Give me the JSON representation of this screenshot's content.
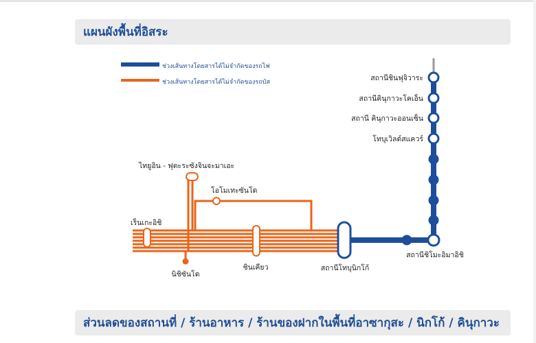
{
  "headers": {
    "map_title": "แผนผังพื้นที่อิสระ",
    "discounts_title": "ส่วนลดของสถานที่ / ร้านอาหาร / ร้านของฝากในพื้นที่อาซากุสะ / นิกโก้ / คินุกาวะ"
  },
  "legend": [
    {
      "label": "ช่วงเส้นทางโดยสารได้ไม่จำกัดของรถไฟ",
      "color": "#1d4e9b"
    },
    {
      "label": "ช่วงเส้นทางโดยสารได้ไม่จำกัดของรถบัส",
      "color": "#e8651a"
    }
  ],
  "stations": {
    "shin_fujiwara": "สถานีชินฟุจิวาระ",
    "kinugawa_koen": "สถานีคินุกาวะโคเอ็น",
    "kinugawa_onsen": "สถานี  คินุกาวะออนเซ็น",
    "tobu_world_square": "โทบุเวิลด์สแควร์",
    "shimo_imaichi": "สถานีชิโมะอิมาอิชิ",
    "tobu_nikko": "สถานีโทบุนิกโก้",
    "yumoto_onsen": "ไทยูอิน  - ฟุตะระซังจินจะมาเอะ",
    "chuzenji_onsen": "โอโมเทะซันโด",
    "kegon": "เร็นเกะอิชิ",
    "shinkyo": "ชินเคียว",
    "nishi_sando": "นิชิซันโด"
  },
  "colors": {
    "rail": "#1d4e9b",
    "bus": "#e8651a",
    "header_text": "#1f4e96",
    "header_bg": "#ebebeb"
  }
}
